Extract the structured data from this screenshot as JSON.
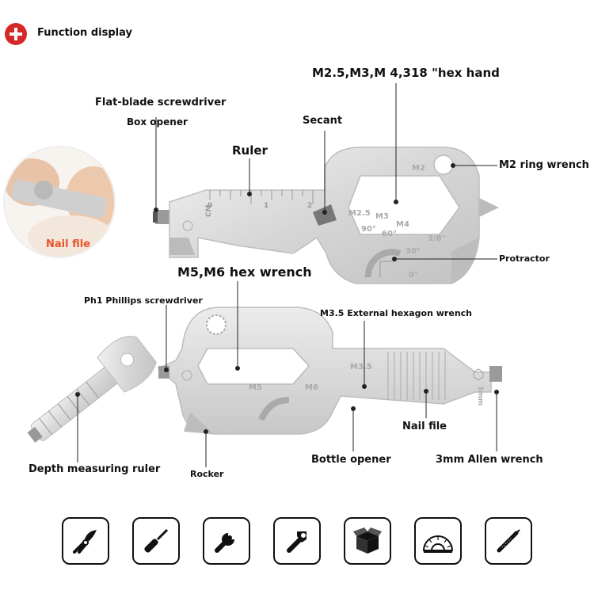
{
  "header": {
    "title": "Function display"
  },
  "labels": {
    "flat_blade": "Flat-blade screwdriver",
    "box_opener": "Box opener",
    "ruler": "Ruler",
    "secant": "Secant",
    "hex_hand": "M2.5,M3,M 4,318 \"hex hand",
    "m2_ring": "M2 ring wrench",
    "protractor": "Protractor",
    "nail_file_photo": "Nail file",
    "m5m6_hex": "M5,M6 hex wrench",
    "ph1": "Ph1 Phillips screwdriver",
    "m35_external": "M3.5 External hexagon wrench",
    "nail_file": "Nail file",
    "depth_ruler": "Depth measuring ruler",
    "rocker": "Rocker",
    "bottle_opener": "Bottle opener",
    "allen_3mm": "3mm Allen wrench"
  },
  "tool_marks": {
    "zero": "0",
    "cm": "CM",
    "one": "1",
    "two": "2",
    "m2": "M2",
    "m25": "M2.5",
    "m3": "M3",
    "m4": "M4",
    "deg90": "90°",
    "deg60": "60°",
    "deg30": "30°",
    "deg0": "0°",
    "three_eighths": "3/8\"",
    "m5": "M5",
    "m6": "M6",
    "m35": "M3.5",
    "mm3": "3mm"
  },
  "icons": [
    "pliers-icon",
    "screwdriver-icon",
    "wrench-icon",
    "bottle-opener-icon",
    "box-icon",
    "protractor-icon",
    "nail-file-icon"
  ],
  "colors": {
    "accent_red": "#d62828",
    "nail_file_label": "#e8532a",
    "metal": "#d9d9d9"
  }
}
